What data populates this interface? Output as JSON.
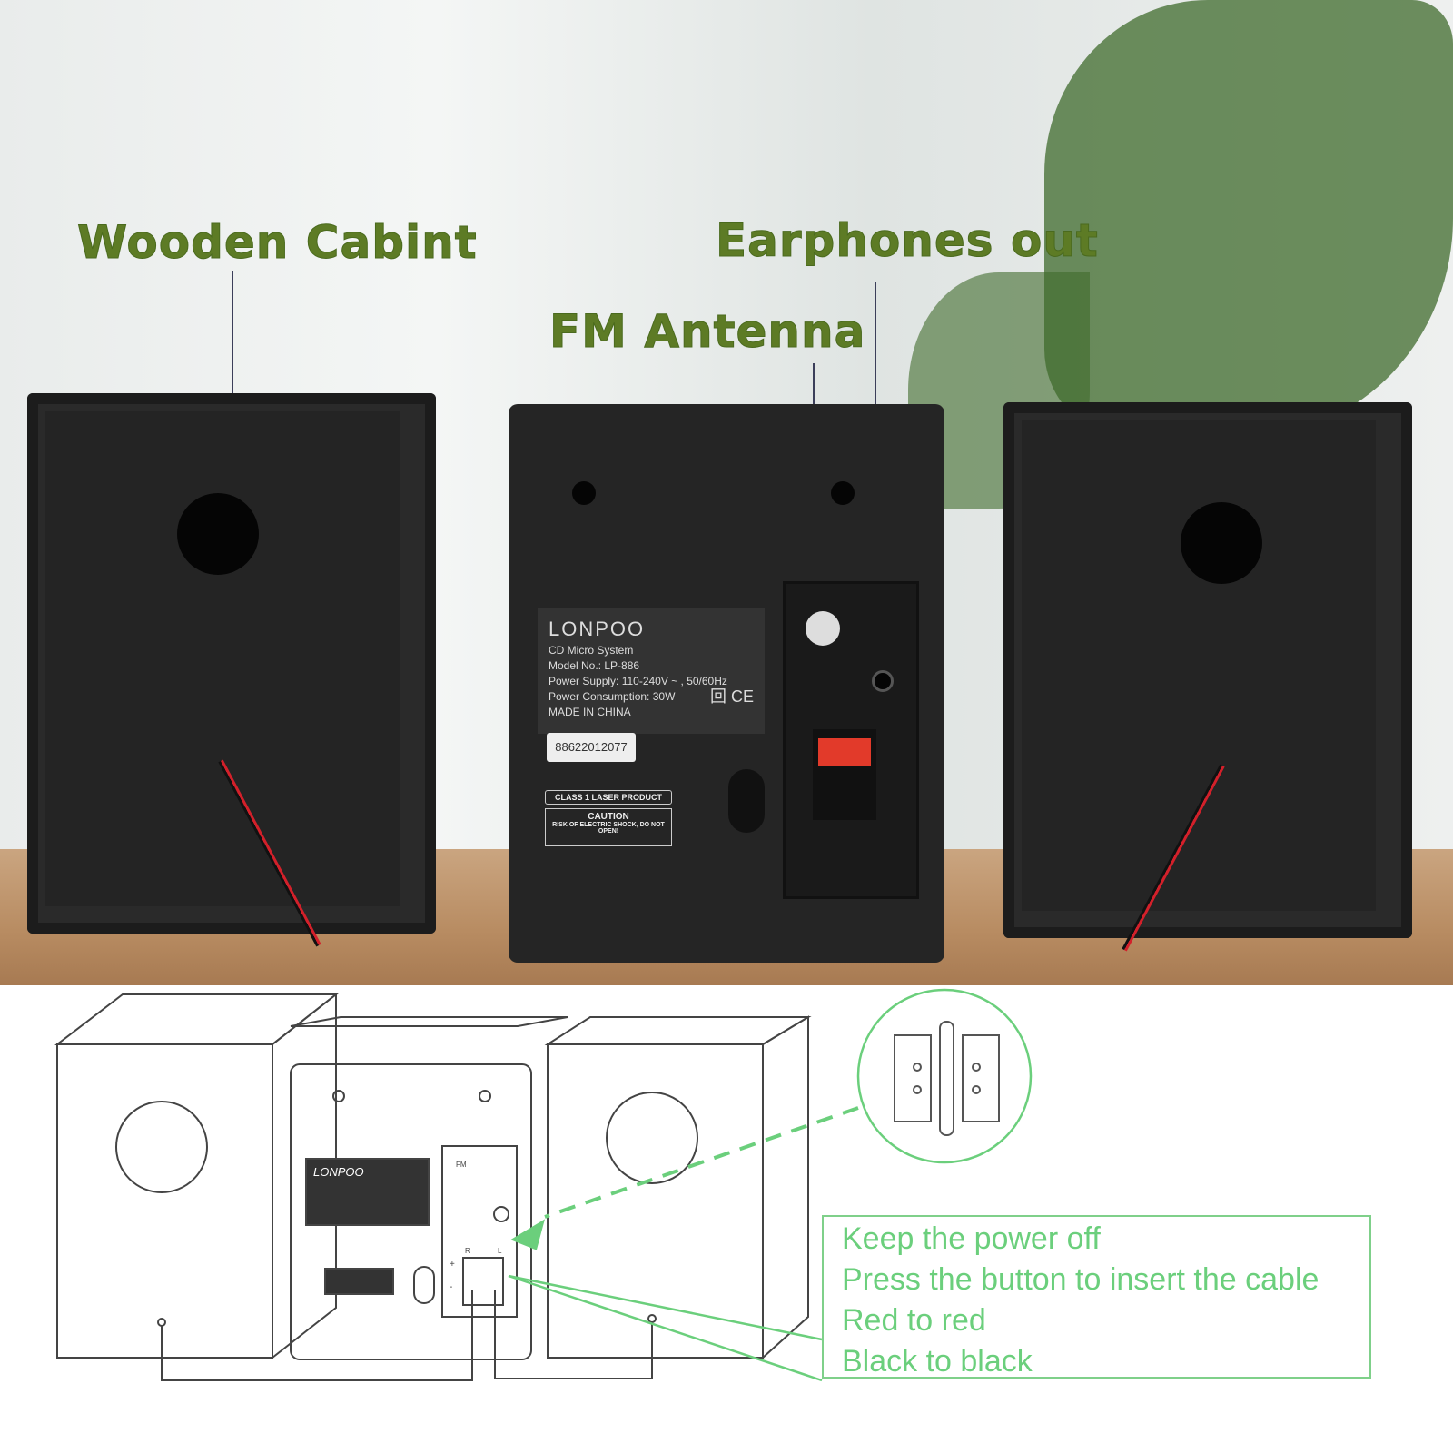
{
  "callouts": {
    "wooden_cabinet": "Wooden Cabint",
    "earphones_out": "Earphones out",
    "fm_antenna": "FM Antenna"
  },
  "rating_label": {
    "brand": "LONPOO",
    "lines": [
      "CD Micro System",
      "Model No.: LP-886",
      "Power Supply: 110-240V ~ , 50/60Hz",
      "Power Consumption: 30W",
      "MADE IN CHINA"
    ],
    "marks": "回 CE"
  },
  "serial": "88622012077",
  "laser_label": "CLASS 1 LASER PRODUCT",
  "caution": {
    "title": "CAUTION",
    "text": "RISK OF ELECTRIC SHOCK, DO NOT OPEN!"
  },
  "diagram": {
    "brand": "LONPOO",
    "fm": "FM",
    "r": "R",
    "l": "L",
    "plus": "+",
    "minus": "-"
  },
  "instructions": [
    "Keep the power off",
    "Press the button to insert the cable",
    "Red to red",
    "Black to black"
  ],
  "colors": {
    "callout": "#5d7b25",
    "instruction": "#6bcf7c",
    "wire_red": "#d3202a"
  }
}
